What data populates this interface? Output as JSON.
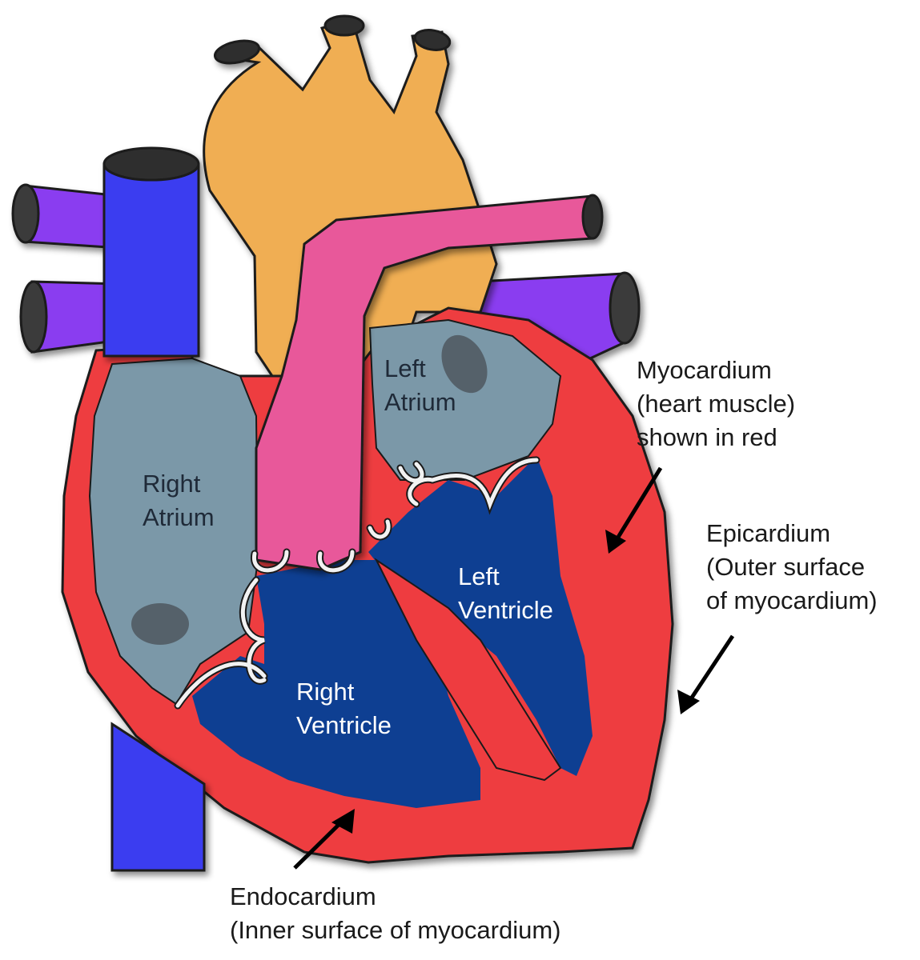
{
  "labels": {
    "right_atrium": [
      "Right",
      "Atrium"
    ],
    "left_atrium": [
      "Left",
      "Atrium"
    ],
    "left_ventricle": [
      "Left",
      "Ventricle"
    ],
    "right_ventricle": [
      "Right",
      "Ventricle"
    ],
    "myocardium": [
      "Myocardium",
      "(heart muscle)",
      "shown in red"
    ],
    "epicardium": [
      "Epicardium",
      "(Outer surface",
      "of myocardium)"
    ],
    "endocardium": [
      "Endocardium",
      "(Inner surface of myocardium)"
    ]
  },
  "colors": {
    "myocardium": "#ee3c40",
    "ventricle_blue": "#0e3f92",
    "atrium_grey": "#7b98a8",
    "aorta": "#f0ae52",
    "pulmonary_artery": "#e8589a",
    "vena_cava": "#3a3ef0",
    "pulmonary_veins": "#8a3cf0"
  }
}
